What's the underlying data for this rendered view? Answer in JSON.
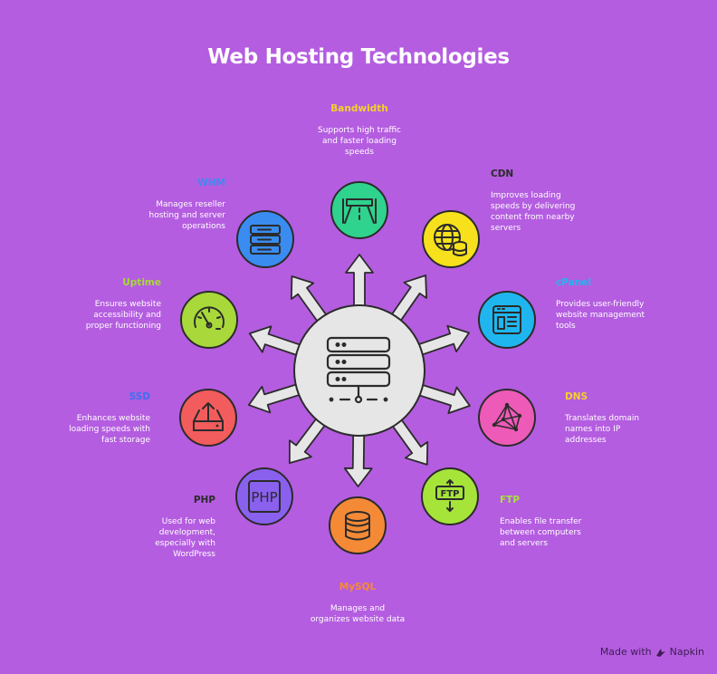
{
  "title": "Web Hosting Technologies",
  "branding": {
    "made_with": "Made with",
    "brand": "Napkin"
  },
  "colors": {
    "background": "#b45de0",
    "hub": "#e6e6e6",
    "arrow": "#e6e6e6",
    "outline": "#2b2b2b"
  },
  "items": [
    {
      "key": "bandwidth",
      "label": "Bandwidth",
      "description": "Supports high traffic\nand faster loading\nspeeds",
      "color": "#2fd38e",
      "label_color": "#f5d12a",
      "icon": "highway-icon"
    },
    {
      "key": "cdn",
      "label": "CDN",
      "description": "Improves loading\nspeeds by delivering\ncontent from nearby\nservers",
      "color": "#f7e11c",
      "label_color": "#2b2b2b",
      "icon": "globe-database-icon"
    },
    {
      "key": "cpanel",
      "label": "cPanel",
      "description": "Provides user-friendly\nwebsite management\ntools",
      "color": "#1fb6f0",
      "label_color": "#1fb6f0",
      "icon": "control-panel-icon"
    },
    {
      "key": "dns",
      "label": "DNS",
      "description": "Translates domain\nnames into IP\naddresses",
      "color": "#ee5ab8",
      "label_color": "#f5d12a",
      "icon": "network-icon"
    },
    {
      "key": "ftp",
      "label": "FTP",
      "description": "Enables file transfer\nbetween computers\nand servers",
      "color": "#a6e43a",
      "label_color": "#a6e43a",
      "icon": "ftp-icon"
    },
    {
      "key": "mysql",
      "label": "MySQL",
      "description": "Manages and\norganizes website data",
      "color": "#f58a36",
      "label_color": "#f58a36",
      "icon": "database-icon"
    },
    {
      "key": "php",
      "label": "PHP",
      "description": "Used for web\ndevelopment,\nespecially with\nWordPress",
      "color": "#8a60ee",
      "label_color": "#2b2b2b",
      "icon": "php-icon"
    },
    {
      "key": "ssd",
      "label": "SSD",
      "description": "Enhances website\nloading speeds with\nfast storage",
      "color": "#f25c5c",
      "label_color": "#3f6ff0",
      "icon": "drive-upload-icon"
    },
    {
      "key": "uptime",
      "label": "Uptime",
      "description": "Ensures website\naccessibility and\nproper functioning",
      "color": "#a8d83a",
      "label_color": "#a8d83a",
      "icon": "speedometer-icon"
    },
    {
      "key": "whm",
      "label": "WHM",
      "description": "Manages reseller\nhosting and server\noperations",
      "color": "#3a8cf0",
      "label_color": "#3a8cf0",
      "icon": "server-stack-icon"
    }
  ]
}
